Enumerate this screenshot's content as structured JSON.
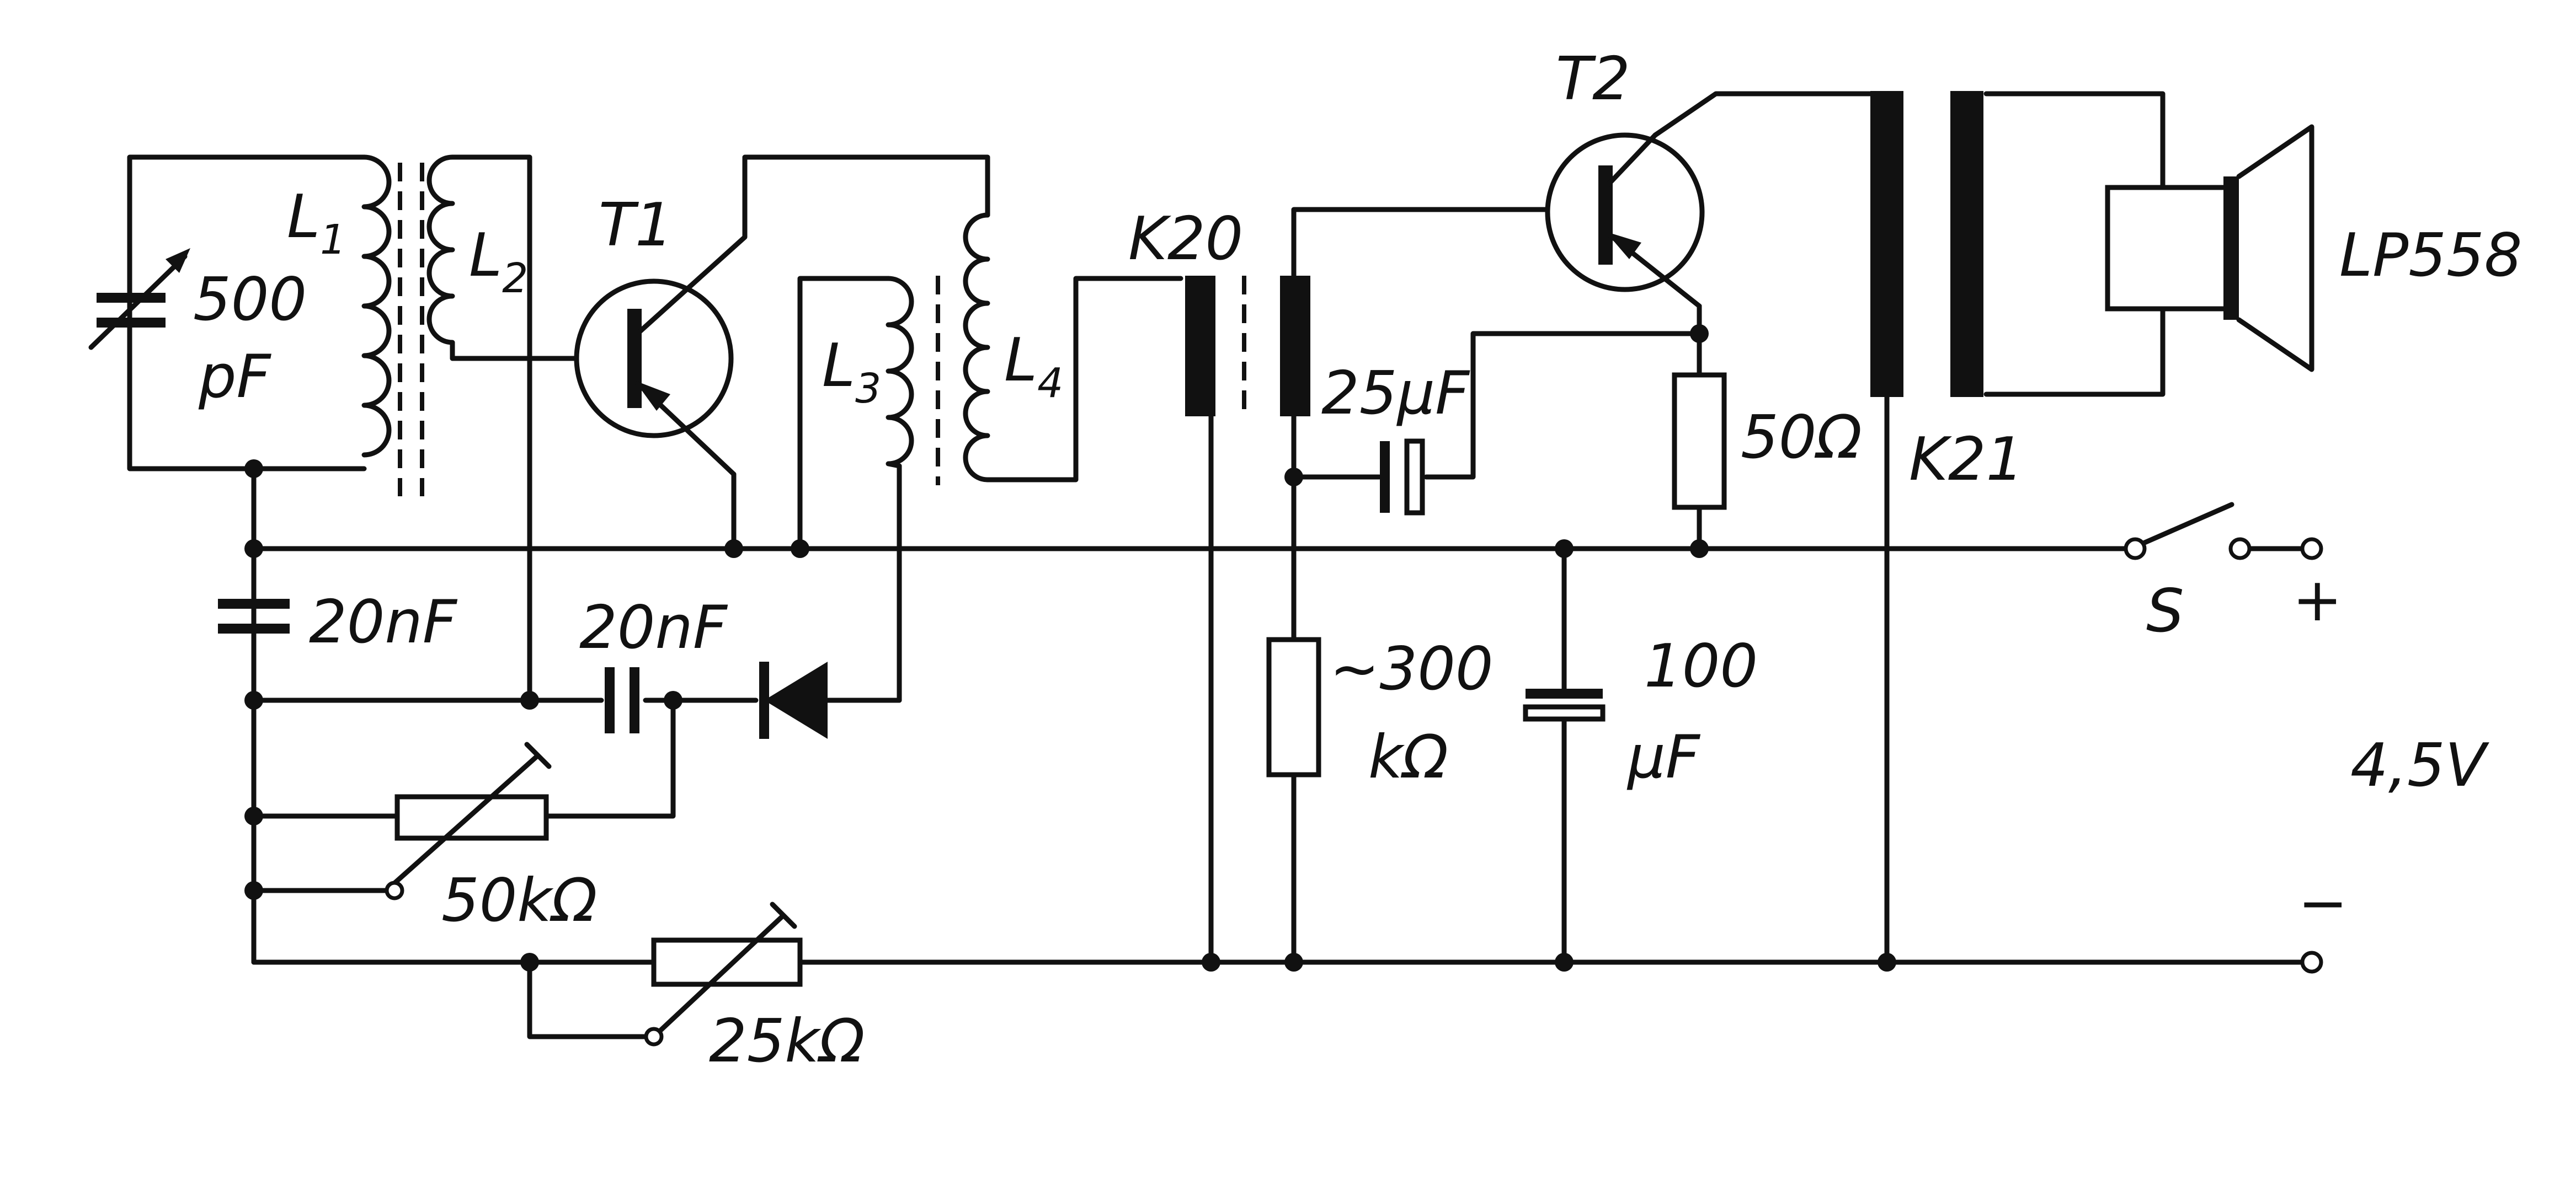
{
  "diagram": {
    "components": {
      "L1": {
        "label": "L",
        "sub": "1"
      },
      "L2": {
        "label": "L",
        "sub": "2"
      },
      "L3": {
        "label": "L",
        "sub": "3"
      },
      "L4": {
        "label": "L",
        "sub": "4"
      },
      "T1": "T1",
      "T2": "T2",
      "K20": "K20",
      "K21": "K21",
      "LP558": "LP558",
      "C_var": {
        "line1": "500",
        "line2": "pF"
      },
      "C_20n_left": "20nF",
      "C_20n_mid": "20nF",
      "C_25u": "25µF",
      "R_50": "50Ω",
      "R_300k": {
        "line1": "~300",
        "line2": "kΩ"
      },
      "C_100u": {
        "line1": "100",
        "line2": "µF"
      },
      "R_50k": "50kΩ",
      "R_25k": "25kΩ",
      "switch": "S",
      "plus": "+",
      "minus": "−",
      "voltage": "4,5V"
    }
  }
}
